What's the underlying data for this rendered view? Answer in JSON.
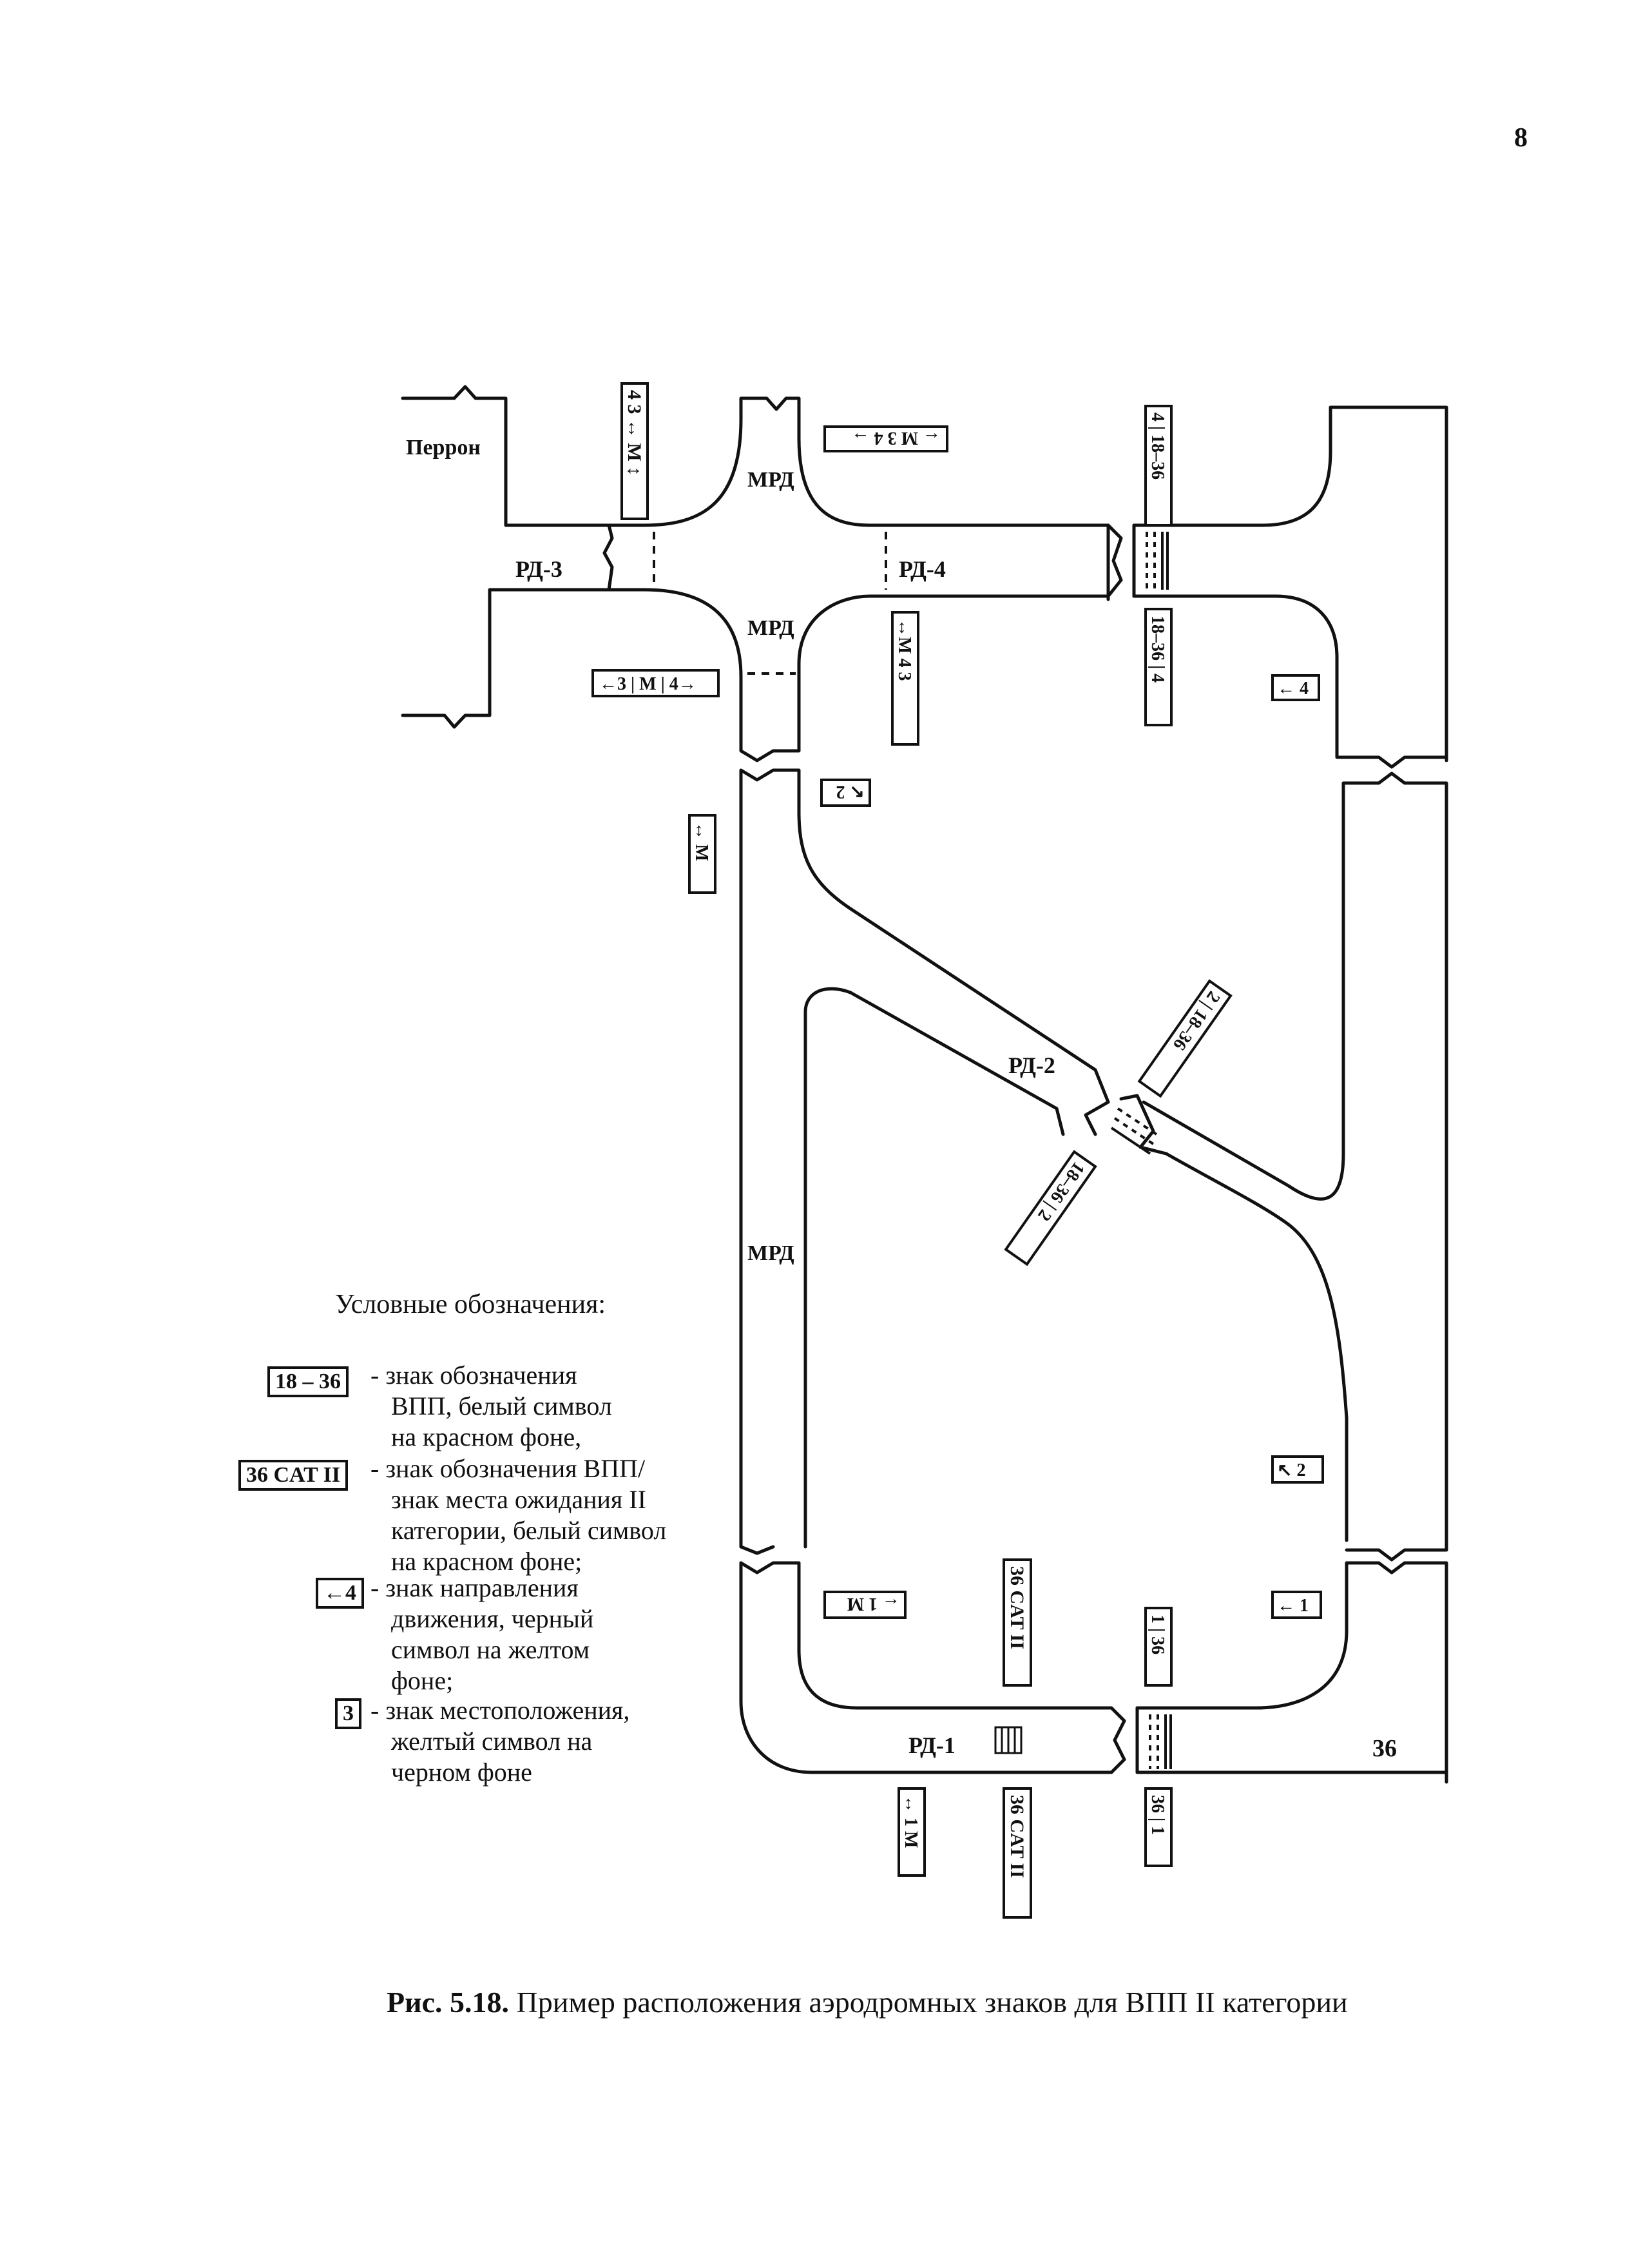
{
  "page_number": "8",
  "caption": {
    "prefix": "Рис. 5.18.",
    "text": "Пример расположения аэродромных знаков для ВПП II категории"
  },
  "labels": {
    "perron": "Перрон",
    "rd3": "РД-3",
    "rd4": "РД-4",
    "rd2": "РД-2",
    "rd1": "РД-1",
    "mrd_top": "МРД",
    "mrd_mid": "МРД",
    "mrd_low": "МРД",
    "runway_end": "36"
  },
  "signs": {
    "s_a": [
      "4",
      "3",
      "M"
    ],
    "s_b": [
      "M",
      "3",
      "4"
    ],
    "s_c": [
      "3",
      "M",
      "4"
    ],
    "s_d": [
      "M",
      "4",
      "3"
    ],
    "s_e": [
      "4",
      "18–36"
    ],
    "s_f": [
      "18–36",
      "4"
    ],
    "s_g": [
      "4"
    ],
    "s_h": [
      "2"
    ],
    "s_i": [
      "M"
    ],
    "s_j": [
      "2",
      "18–36"
    ],
    "s_k": [
      "18–36",
      "2"
    ],
    "s_l": [
      "2"
    ],
    "s_m": [
      "1",
      "M"
    ],
    "s_n": [
      "36 CAT II"
    ],
    "s_o": [
      "1",
      "36"
    ],
    "s_p": [
      "1"
    ],
    "s_q": [
      "1",
      "M"
    ],
    "s_r": [
      "36 CAT II"
    ],
    "s_s": [
      "36",
      "1"
    ]
  },
  "legend": {
    "title": "Условные обозначения:",
    "items": [
      {
        "sign": "18 – 36",
        "text": [
          "- знак обозначения",
          "ВПП, белый символ",
          "на красном фоне,"
        ]
      },
      {
        "sign": "36 CAT II",
        "text": [
          "- знак обозначения ВПП/",
          "знак места ожидания II",
          "категории, белый символ",
          "на красном фоне;"
        ]
      },
      {
        "sign": "←4",
        "text": [
          "- знак направления",
          "движения, черный",
          "символ на желтом",
          "фоне;"
        ]
      },
      {
        "sign": "3",
        "text": [
          "- знак местоположения,",
          "желтый символ на",
          "черном фоне"
        ]
      }
    ]
  },
  "colors": {
    "ink": "#111111",
    "paper": "#ffffff"
  }
}
